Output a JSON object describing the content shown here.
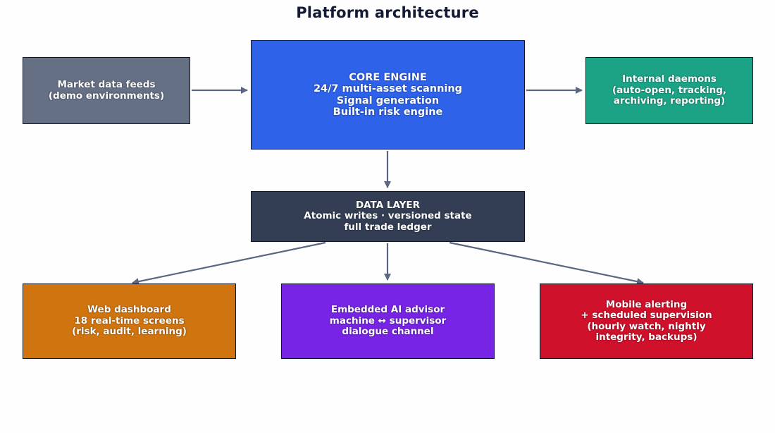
{
  "title": "Platform architecture",
  "colors": {
    "arrow": "#5b6680",
    "feeds": "#667085",
    "core": "#2d62e9",
    "daemons": "#1ca386",
    "data_layer": "#333e55",
    "web": "#d0740f",
    "ai": "#7724e4",
    "mobile": "#d0112b"
  },
  "nodes": {
    "feeds": {
      "lines": [
        "Market data feeds",
        "(demo environments)"
      ]
    },
    "core": {
      "lines": [
        "CORE ENGINE",
        "24/7 multi-asset scanning",
        "Signal generation",
        "Built-in risk engine"
      ]
    },
    "daemons": {
      "lines": [
        "Internal daemons",
        "(auto-open, tracking,",
        "archiving, reporting)"
      ]
    },
    "data": {
      "lines": [
        "DATA LAYER",
        "Atomic writes · versioned state",
        "full trade ledger"
      ]
    },
    "web": {
      "lines": [
        "Web dashboard",
        "18 real-time screens",
        "(risk, audit, learning)"
      ]
    },
    "ai": {
      "lines": [
        "Embedded AI advisor",
        "machine ↔ supervisor",
        "dialogue channel"
      ]
    },
    "mobile": {
      "lines": [
        "Mobile alerting",
        "+ scheduled supervision",
        "(hourly watch, nightly",
        "integrity, backups)"
      ]
    }
  },
  "edges": [
    {
      "from": "feeds",
      "to": "core"
    },
    {
      "from": "core",
      "to": "daemons"
    },
    {
      "from": "core",
      "to": "data"
    },
    {
      "from": "data",
      "to": "web"
    },
    {
      "from": "data",
      "to": "ai"
    },
    {
      "from": "data",
      "to": "mobile"
    }
  ]
}
